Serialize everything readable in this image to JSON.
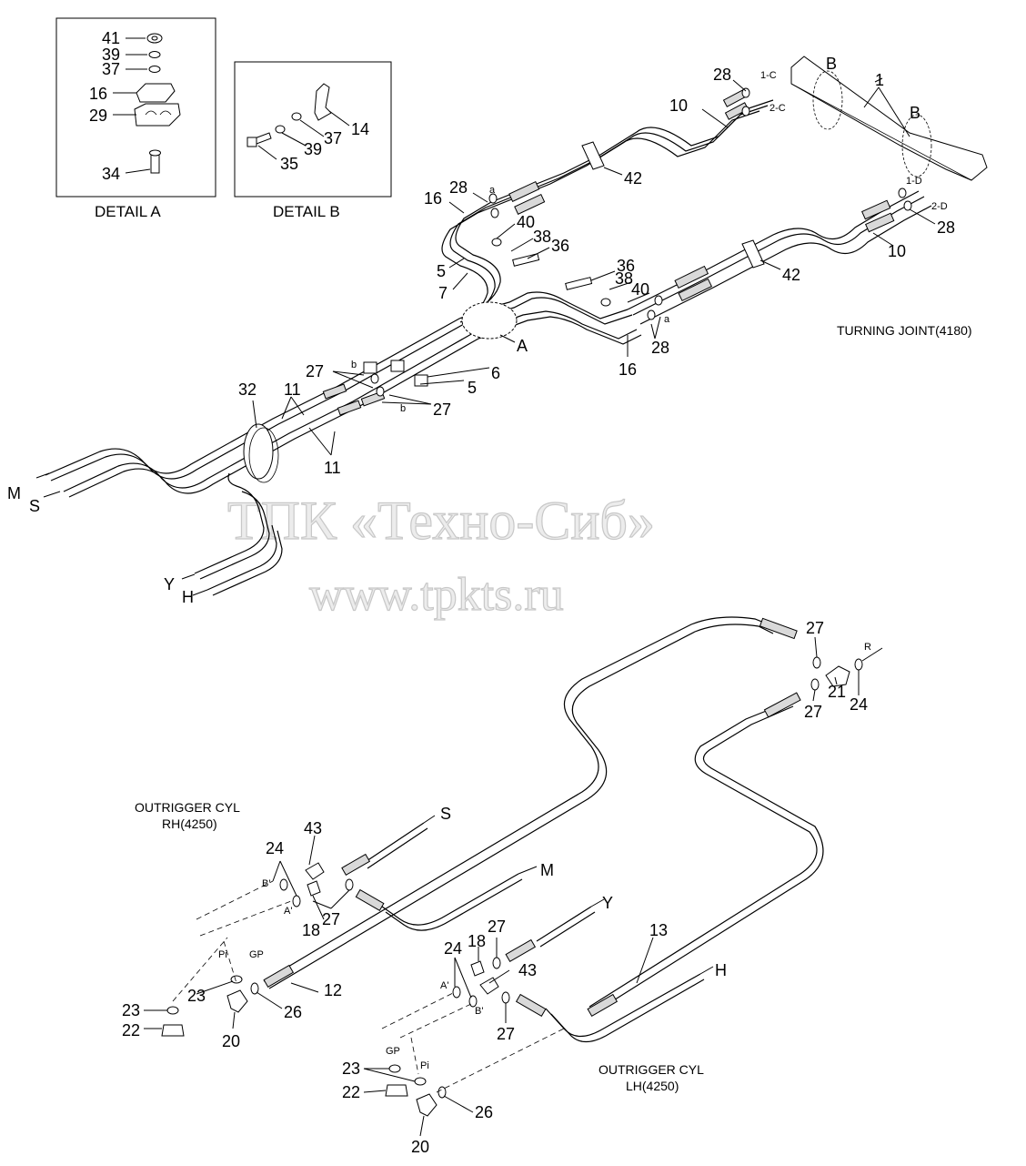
{
  "details": {
    "a": {
      "caption": "DETAIL A",
      "callouts": [
        "41",
        "39",
        "37",
        "16",
        "29",
        "34"
      ]
    },
    "b": {
      "caption": "DETAIL B",
      "callouts": [
        "14",
        "37",
        "39",
        "35"
      ]
    }
  },
  "notes": {
    "turning_joint": "TURNING JOINT(4180)",
    "outrigger_rh_line1": "OUTRIGGER CYL",
    "outrigger_rh_line2": "RH(4250)",
    "outrigger_lh_line1": "OUTRIGGER CYL",
    "outrigger_lh_line2": "LH(4250)"
  },
  "watermark": {
    "company": "ТПК «Техно-Сиб»",
    "url": "www.tpkts.ru"
  },
  "upper_callouts": {
    "c28_top": "28",
    "c1c": "1-C",
    "c2c": "2-C",
    "cB1": "B",
    "c1": "1",
    "cB2": "B",
    "c10_top": "10",
    "c42_top": "42",
    "c1d": "1-D",
    "c2d": "2-D",
    "c28_right": "28",
    "c10_right": "10",
    "c16_left": "16",
    "c28_left": "28",
    "ca_top": "a",
    "c40_left": "40",
    "c38_left": "38",
    "c36_left": "36",
    "c5_left": "5",
    "c7": "7",
    "cA": "A",
    "c36_mid": "36",
    "c38_mid": "38",
    "c40_mid": "40",
    "c42_mid": "42",
    "ca_mid": "a",
    "c28_mid": "28",
    "c16_mid": "16",
    "c27_upper": "27",
    "cb_upper": "b",
    "c6": "6",
    "c5_right": "5",
    "c27_lower": "27",
    "cb_lower": "b",
    "c32": "32",
    "c11_top": "11",
    "c11_bottom": "11",
    "cM": "M",
    "cS": "S",
    "cY": "Y",
    "cH": "H"
  },
  "lower_callouts": {
    "c27_a": "27",
    "cR": "R",
    "c21": "21",
    "c24_r": "24",
    "c27_b": "27",
    "cS": "S",
    "cM": "M",
    "cY": "Y",
    "cH": "H",
    "c13": "13",
    "c12": "12",
    "c24_rh": "24",
    "c43_rh": "43",
    "cBp_rh": "B'",
    "cAp_rh": "A'",
    "c18_rh": "18",
    "c27_rh": "27",
    "cPi_rh": "Pi",
    "cGP_rh": "GP",
    "c23_rh_a": "23",
    "c23_rh_b": "23",
    "c22_rh": "22",
    "c20_rh": "20",
    "c26_rh": "26",
    "c18_lh": "18",
    "c27_lh_a": "27",
    "c24_lh": "24",
    "c43_lh": "43",
    "cAp_lh": "A'",
    "cBp_lh": "B'",
    "c27_lh_b": "27",
    "cGP_lh": "GP",
    "cPi_lh": "Pi",
    "c23_lh": "23",
    "c22_lh": "22",
    "c20_lh": "20",
    "c26_lh": "26"
  }
}
